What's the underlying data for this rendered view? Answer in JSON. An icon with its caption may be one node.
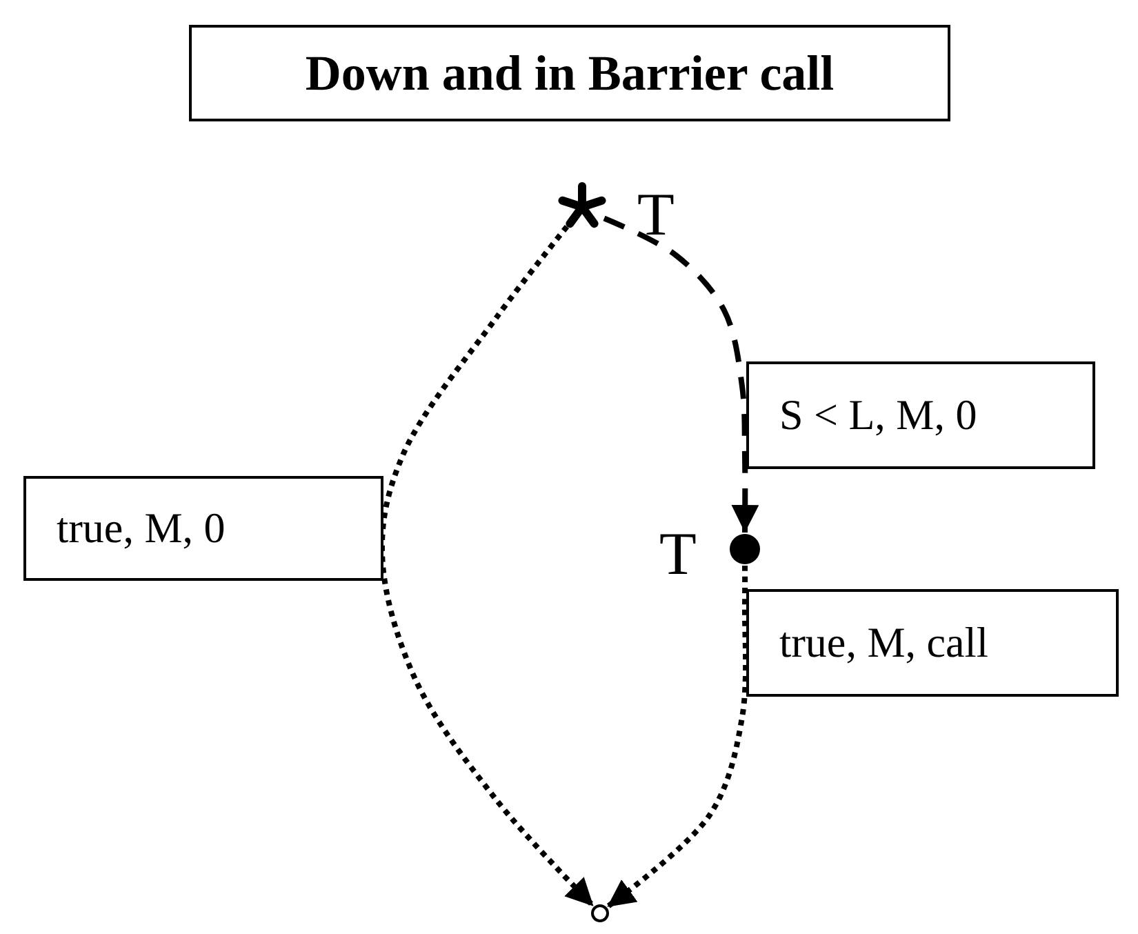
{
  "diagram": {
    "title": "Down and in Barrier call",
    "nodes": [
      {
        "text": [],
        "shape": "star",
        "beside": [
          "T"
        ]
      },
      {
        "text": [],
        "shape": "dot",
        "beside": [
          "T"
        ]
      },
      {
        "text": [],
        "shape": "circle"
      }
    ],
    "edges": [
      {
        "from": 0,
        "to": 2,
        "arrow": "to",
        "label": "true, M, 0"
      },
      {
        "from": 0,
        "to": 1,
        "arrow": "to",
        "label": "S < L, M, 0",
        "style": "dashed"
      },
      {
        "from": 1,
        "to": 2,
        "arrow": "to",
        "label": "true, M, call"
      }
    ]
  }
}
